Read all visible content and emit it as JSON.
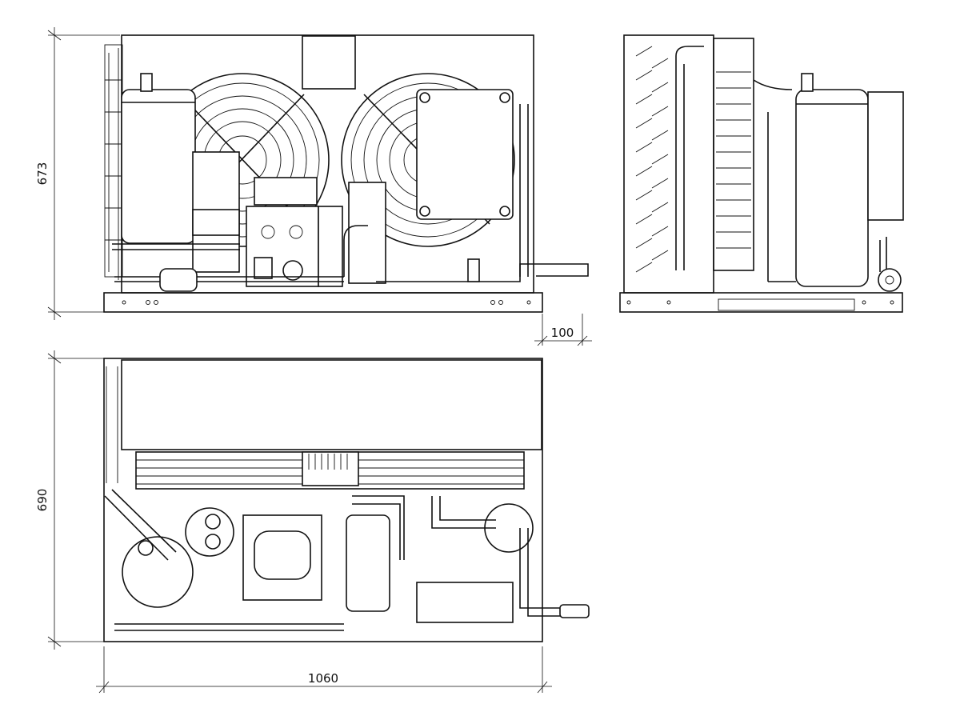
{
  "drawing": {
    "views": [
      "front-view",
      "side-view",
      "top-view"
    ],
    "dimensions": {
      "height_front": "673",
      "overhang_right": "100",
      "depth_top": "690",
      "width_bottom": "1060"
    }
  }
}
